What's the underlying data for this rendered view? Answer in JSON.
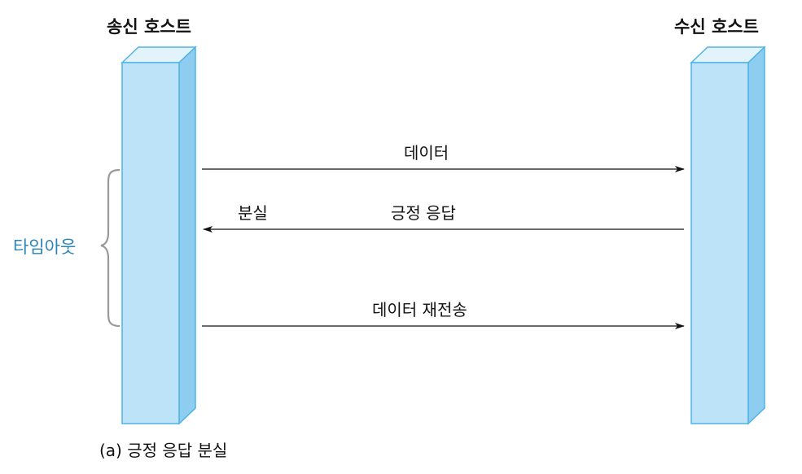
{
  "sender": {
    "title": "송신 호스트"
  },
  "receiver": {
    "title": "수신 호스트"
  },
  "messages": {
    "data": "데이터",
    "ack": "긍정 응답",
    "lost": "분실",
    "retransmit": "데이터 재전송"
  },
  "timeout": {
    "label": "타임아웃"
  },
  "caption": "(a) 긍정 응답 분실",
  "colors": {
    "bar_front": "#bde3f8",
    "bar_top": "#e2f3fc",
    "bar_side": "#8ecdf0",
    "bar_edge": "#4fb3e6",
    "brace": "#999999",
    "timeout_text": "#2a86b8",
    "arrow": "#111111"
  }
}
